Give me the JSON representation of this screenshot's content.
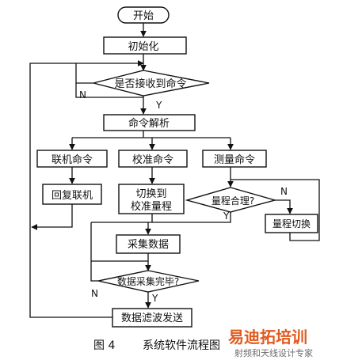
{
  "flowchart": {
    "start": "开始",
    "init": "初始化",
    "decision_receive": "是否接收到命令",
    "parse": "命令解析",
    "cmd_link": "联机命令",
    "cmd_calibrate": "校准命令",
    "cmd_measure": "测量命令",
    "reply_link": "回复联机",
    "switch_calib_line1": "切换到",
    "switch_calib_line2": "校准量程",
    "decision_range": "量程合理?",
    "range_switch": "量程切换",
    "collect": "采集数据",
    "decision_collect_done": "数据采集完毕?",
    "filter_send": "数据滤波发送",
    "label_n": "N",
    "label_y": "Y"
  },
  "caption": {
    "figure_no": "图 4",
    "title": "系统软件流程图"
  },
  "watermark": {
    "brand": "易迪拓培训",
    "tagline": "射频和天线设计专家",
    "color": "#e25a1c"
  }
}
